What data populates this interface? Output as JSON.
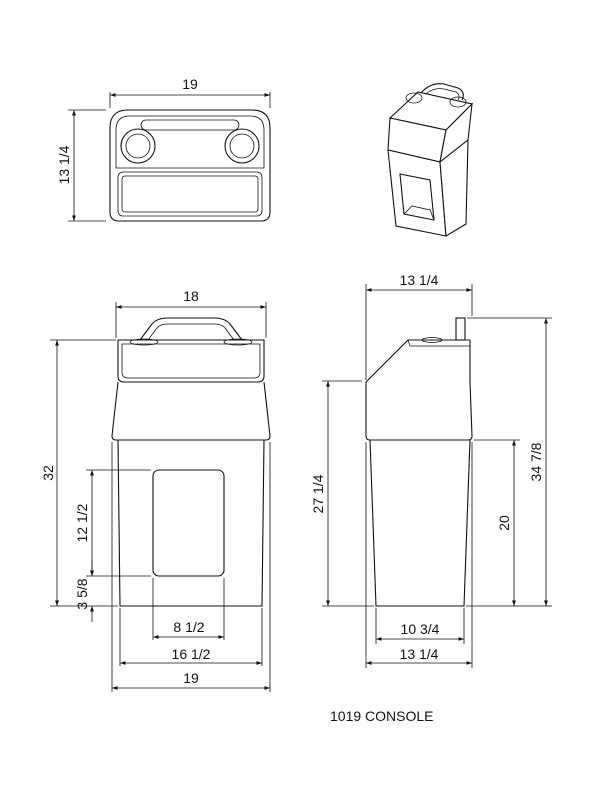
{
  "caption": "1019 CONSOLE",
  "top_view": {
    "width": "19",
    "depth": "13 1/4"
  },
  "front_view": {
    "width_top": "18",
    "height": "32",
    "opening_height": "12 1/2",
    "opening_base": "3 5/8",
    "opening_width": "8 1/2",
    "base_width": "16 1/2",
    "overall_width": "19"
  },
  "side_view": {
    "depth_top": "13 1/4",
    "lid_height": "27 1/4",
    "body_height": "20",
    "overall_height": "34 7/8",
    "base_depth": "10 3/4",
    "depth_bottom": "13 1/4"
  }
}
